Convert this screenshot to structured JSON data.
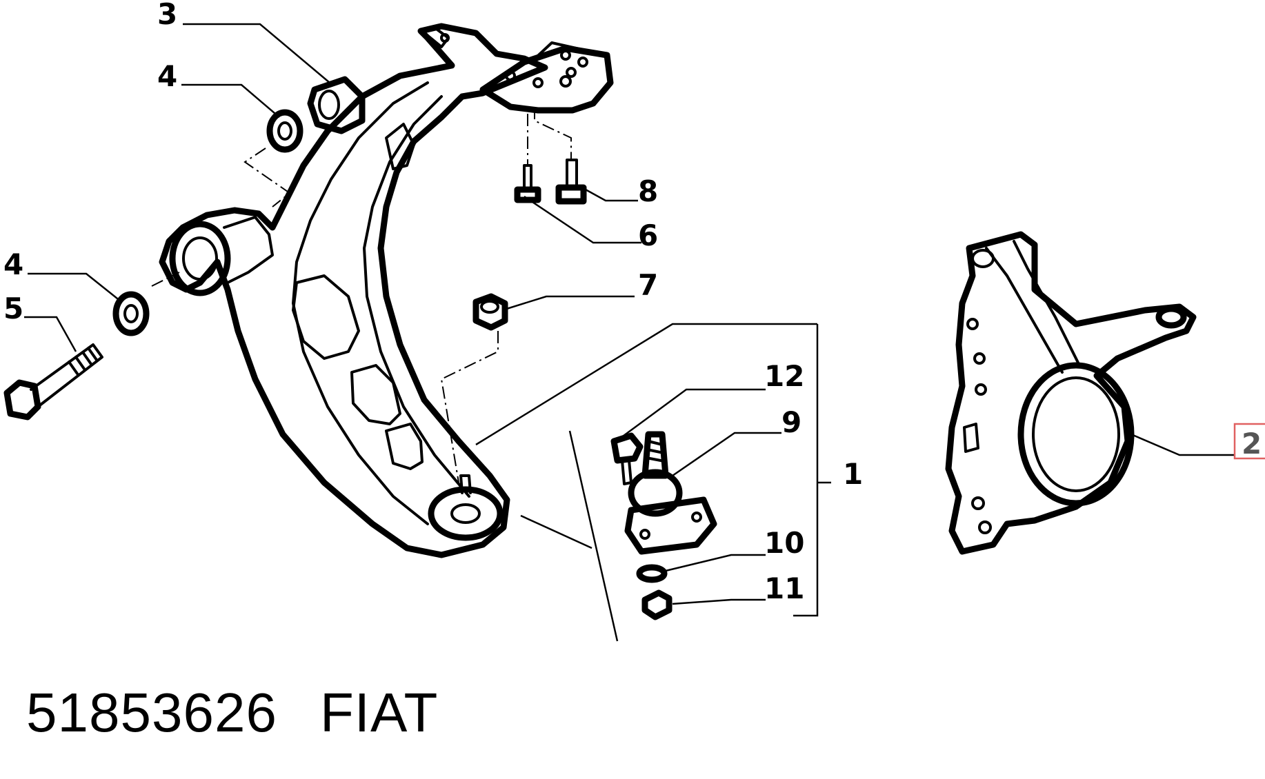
{
  "callouts": {
    "n1": "1",
    "n2": "2",
    "n3": "3",
    "n4a": "4",
    "n4b": "4",
    "n5": "5",
    "n6": "6",
    "n7": "7",
    "n8": "8",
    "n9": "9",
    "n10": "10",
    "n11": "11",
    "n12": "12"
  },
  "caption": {
    "part_number": "51853626",
    "brand": "FIAT"
  },
  "colors": {
    "line": "#000000",
    "highlight_box": "#e06060",
    "highlight_text": "#555555"
  }
}
